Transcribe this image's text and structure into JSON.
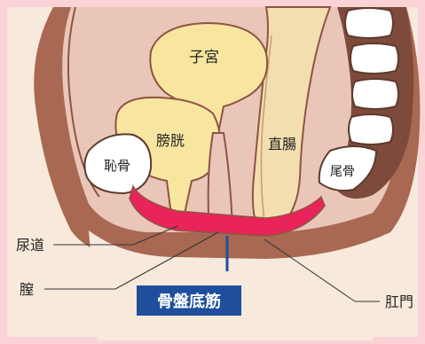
{
  "labels": {
    "uterus": "子宮",
    "bladder": "膀胱",
    "pubic_bone": "恥骨",
    "rectum": "直腸",
    "coccyx": "尾骨",
    "urethra": "尿道",
    "vagina": "膣",
    "pelvic_floor": "骨盤底筋",
    "anus": "肛門"
  },
  "colors": {
    "frame": "#fbd3d6",
    "skin": "#f7e9dc",
    "outer_wall": "#a86852",
    "cavity": "#eac6b8",
    "organ_yellow": "#f8e6a0",
    "rectum": "#f3deb0",
    "pelvic_floor_muscle": "#e8245a",
    "callout": "#1f4f9c",
    "bone": "#ffffff"
  }
}
